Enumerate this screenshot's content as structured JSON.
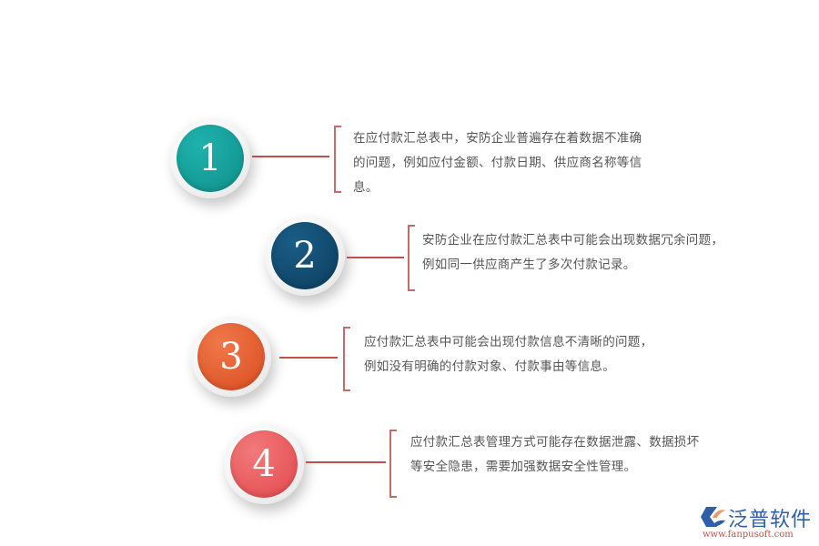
{
  "items": [
    {
      "number": "1",
      "color": "#129a96",
      "text_line1": "在应付款汇总表中，安防企业普遍存在着数据不准确",
      "text_line2": "的问题，例如应付金额、付款日期、供应商名称等信",
      "text_line3": "息。"
    },
    {
      "number": "2",
      "color": "#11486b",
      "text_line1": "安防企业在应付款汇总表中可能会出现数据冗余问题，",
      "text_line2": "例如同一供应商产生了多次付款记录。"
    },
    {
      "number": "3",
      "color": "#e05a2a",
      "text_line1": "应付款汇总表中可能会出现付款信息不清晰的问题，",
      "text_line2": "例如没有明确的付款对象、付款事由等信息。"
    },
    {
      "number": "4",
      "color": "#e9555a",
      "text_line1": "应付款汇总表管理方式可能存在数据泄露、数据损坏",
      "text_line2": "等安全隐患，需要加强数据安全性管理。"
    }
  ],
  "logo": {
    "name": "泛普软件",
    "url": "www.fanpusoft.com"
  },
  "colors": {
    "connector": "#c0504d",
    "text": "#555555"
  }
}
